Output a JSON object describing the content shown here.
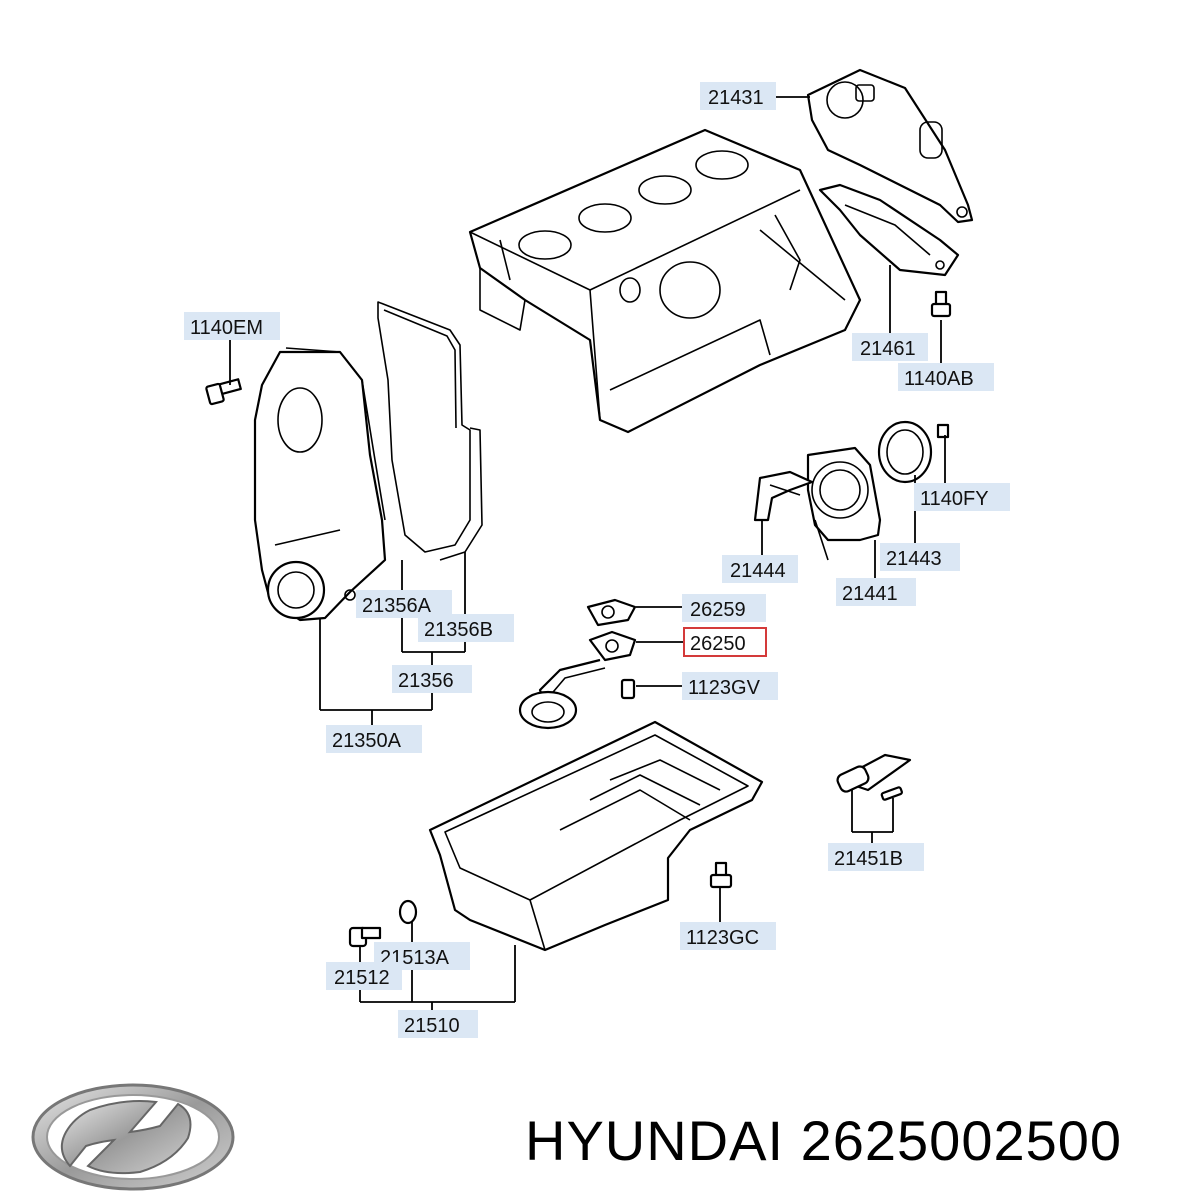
{
  "labels": [
    {
      "text": "21431",
      "highlight": false
    },
    {
      "text": "1140EM",
      "highlight": false
    },
    {
      "text": "21461",
      "highlight": false
    },
    {
      "text": "1140AB",
      "highlight": false
    },
    {
      "text": "1140FY",
      "highlight": false
    },
    {
      "text": "21444",
      "highlight": false
    },
    {
      "text": "21443",
      "highlight": false
    },
    {
      "text": "21441",
      "highlight": false
    },
    {
      "text": "21356A",
      "highlight": false
    },
    {
      "text": "26259",
      "highlight": false
    },
    {
      "text": "21356B",
      "highlight": false
    },
    {
      "text": "26250",
      "highlight": true
    },
    {
      "text": "21356",
      "highlight": false
    },
    {
      "text": "1123GV",
      "highlight": false
    },
    {
      "text": "21350A",
      "highlight": false
    },
    {
      "text": "21451B",
      "highlight": false
    },
    {
      "text": "1123GC",
      "highlight": false
    },
    {
      "text": "21513A",
      "highlight": false
    },
    {
      "text": "21512",
      "highlight": false
    },
    {
      "text": "21510",
      "highlight": false
    }
  ],
  "brand": {
    "name": "HYUNDAI",
    "part_number": "2625002500",
    "logo_icon": "hyundai-logo-icon"
  },
  "colors": {
    "label_background": "#dbe7f4",
    "highlight_border": "#d43a3a"
  }
}
